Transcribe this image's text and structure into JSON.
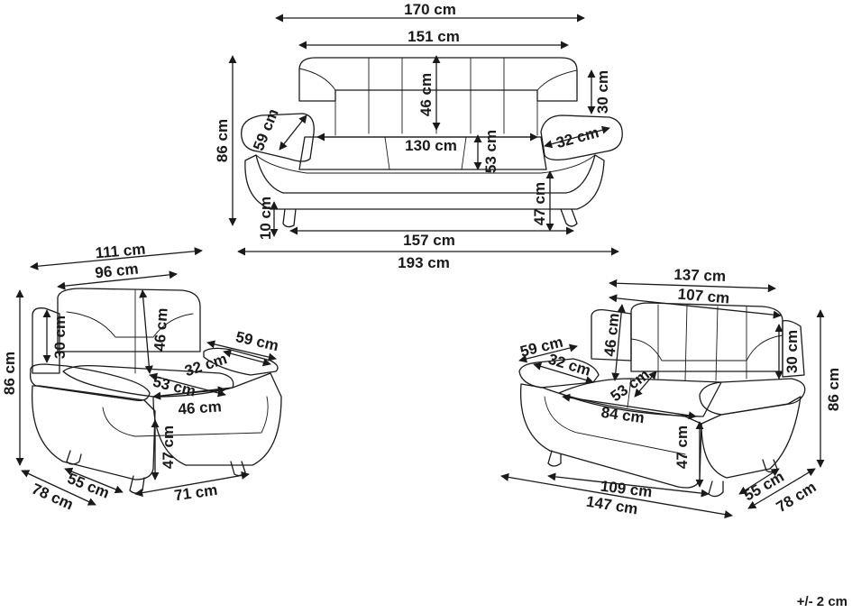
{
  "sofa_3_seater": {
    "overall_width": "170 cm",
    "back_width": "151 cm",
    "back_height": "46 cm",
    "arm_height": "30 cm",
    "total_height": "86 cm",
    "arm_depth": "59 cm",
    "seat_width": "130 cm",
    "arm_width": "32 cm",
    "seat_depth": "53 cm",
    "seat_height": "47 cm",
    "leg_height": "10 cm",
    "base_width": "157 cm",
    "total_width": "193 cm"
  },
  "armchair": {
    "overall_width": "111 cm",
    "back_width": "96 cm",
    "total_height": "86 cm",
    "arm_height": "30 cm",
    "back_height": "46 cm",
    "arm_depth": "59 cm",
    "arm_width": "32 cm",
    "seat_depth": "53 cm",
    "seat_width": "46 cm",
    "seat_height": "47 cm",
    "base_depth": "55 cm",
    "total_depth": "78 cm",
    "base_width": "71 cm"
  },
  "loveseat": {
    "overall_width": "137 cm",
    "back_width": "107 cm",
    "arm_depth": "59 cm",
    "back_height": "46 cm",
    "arm_width": "32 cm",
    "arm_height": "30 cm",
    "total_height": "86 cm",
    "seat_depth": "53 cm",
    "seat_width": "84 cm",
    "seat_height": "47 cm",
    "base_width": "109 cm",
    "total_width": "147 cm",
    "base_depth": "55 cm",
    "total_depth": "78 cm"
  },
  "tolerance": "+/- 2 cm"
}
